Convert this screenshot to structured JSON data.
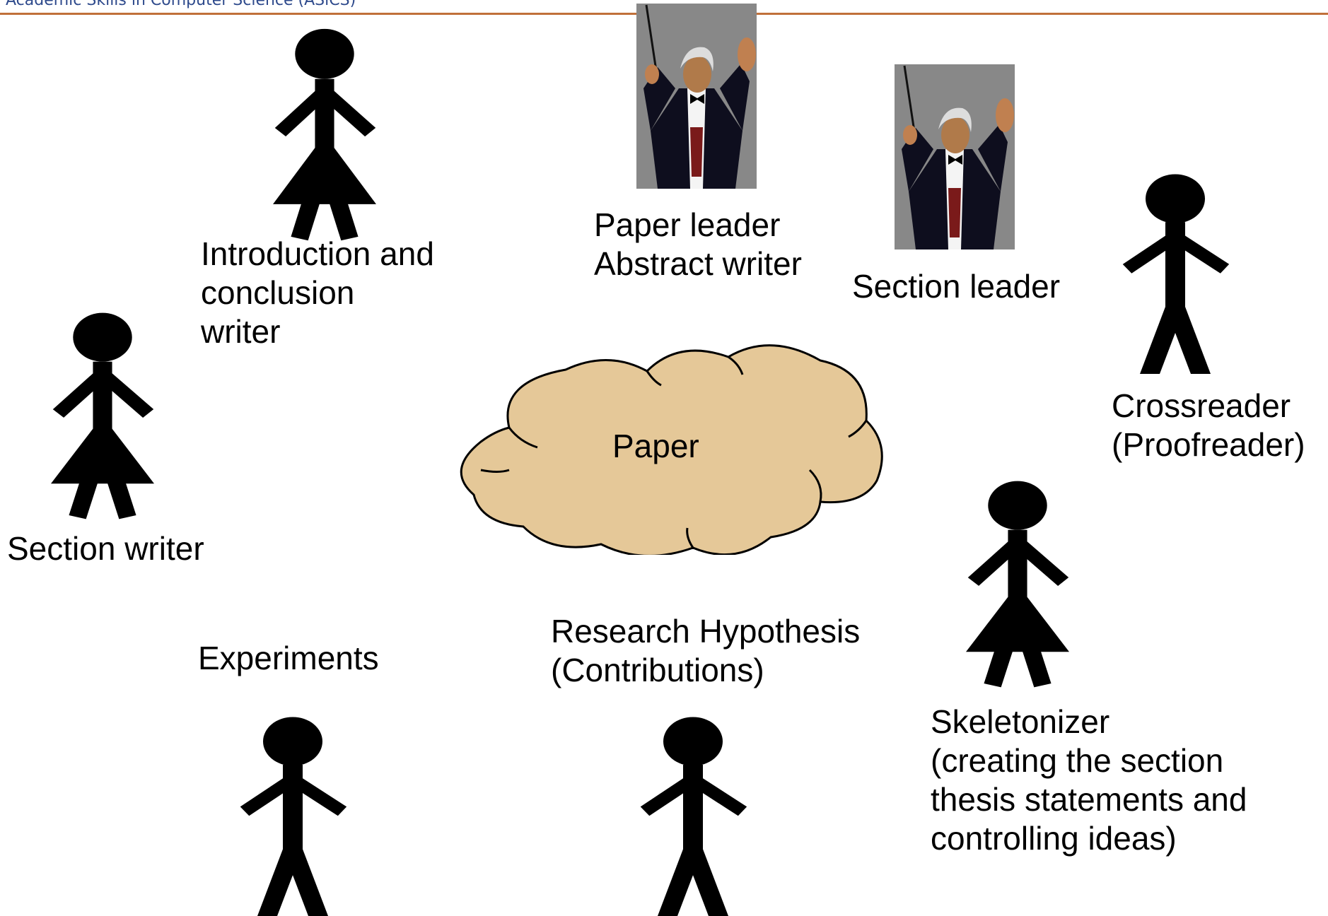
{
  "header": {
    "title": "Academic Skills in Computer Science (ASiCS)",
    "rule_color": "#c0703a"
  },
  "diagram": {
    "center": {
      "label": "Paper",
      "fill": "#e5c898",
      "stroke": "#000000"
    },
    "roles": {
      "intro_conclusion_writer": [
        "Introduction and",
        "conclusion",
        "writer"
      ],
      "paper_leader": [
        "Paper leader",
        "Abstract writer"
      ],
      "section_leader": [
        "Section leader"
      ],
      "crossreader": [
        "Crossreader",
        "(Proofreader)"
      ],
      "section_writer": [
        "Section writer"
      ],
      "experiments": [
        "Experiments"
      ],
      "research_hypothesis": [
        "Research Hypothesis",
        "(Contributions)"
      ],
      "skeletonizer": [
        "Skeletonizer",
        "(creating the section",
        "thesis statements and",
        "controlling ideas)"
      ]
    },
    "icons": {
      "female_figure": "female-stick-figure-icon",
      "male_figure": "male-stick-figure-icon",
      "conductor": "conductor-icon"
    }
  }
}
